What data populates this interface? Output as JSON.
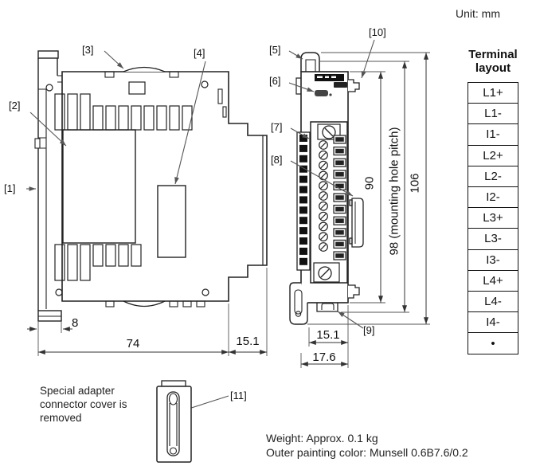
{
  "unit_note": "Unit: mm",
  "terminal_layout": {
    "title": "Terminal layout",
    "cells": [
      "L1+",
      "L1-",
      "I1-",
      "L2+",
      "L2-",
      "I2-",
      "L3+",
      "L3-",
      "I3-",
      "L4+",
      "L4-",
      "I4-",
      "•"
    ]
  },
  "callouts": {
    "c1": "[1]",
    "c2": "[2]",
    "c3": "[3]",
    "c4": "[4]",
    "c5": "[5]",
    "c6": "[6]",
    "c7": "[7]",
    "c8": "[8]",
    "c9": "[9]",
    "c10": "[10]",
    "c11": "[11]"
  },
  "dimensions": {
    "rail_offset": "8",
    "body_width": "74",
    "side_depth": "15.1",
    "front_depth": "15.1",
    "front_total_depth": "17.6",
    "body_height": "90",
    "mounting_hole_pitch": "98 (mounting hole pitch)",
    "total_height": "106"
  },
  "notes": {
    "cover": "Special adapter connector cover is removed",
    "weight": "Weight: Approx. 0.1 kg",
    "paint": "Outer painting color: Munsell 0.6B7.6/0.2"
  },
  "colors": {
    "line": "#222222",
    "dim_line": "#333333",
    "leader": "#555555"
  }
}
